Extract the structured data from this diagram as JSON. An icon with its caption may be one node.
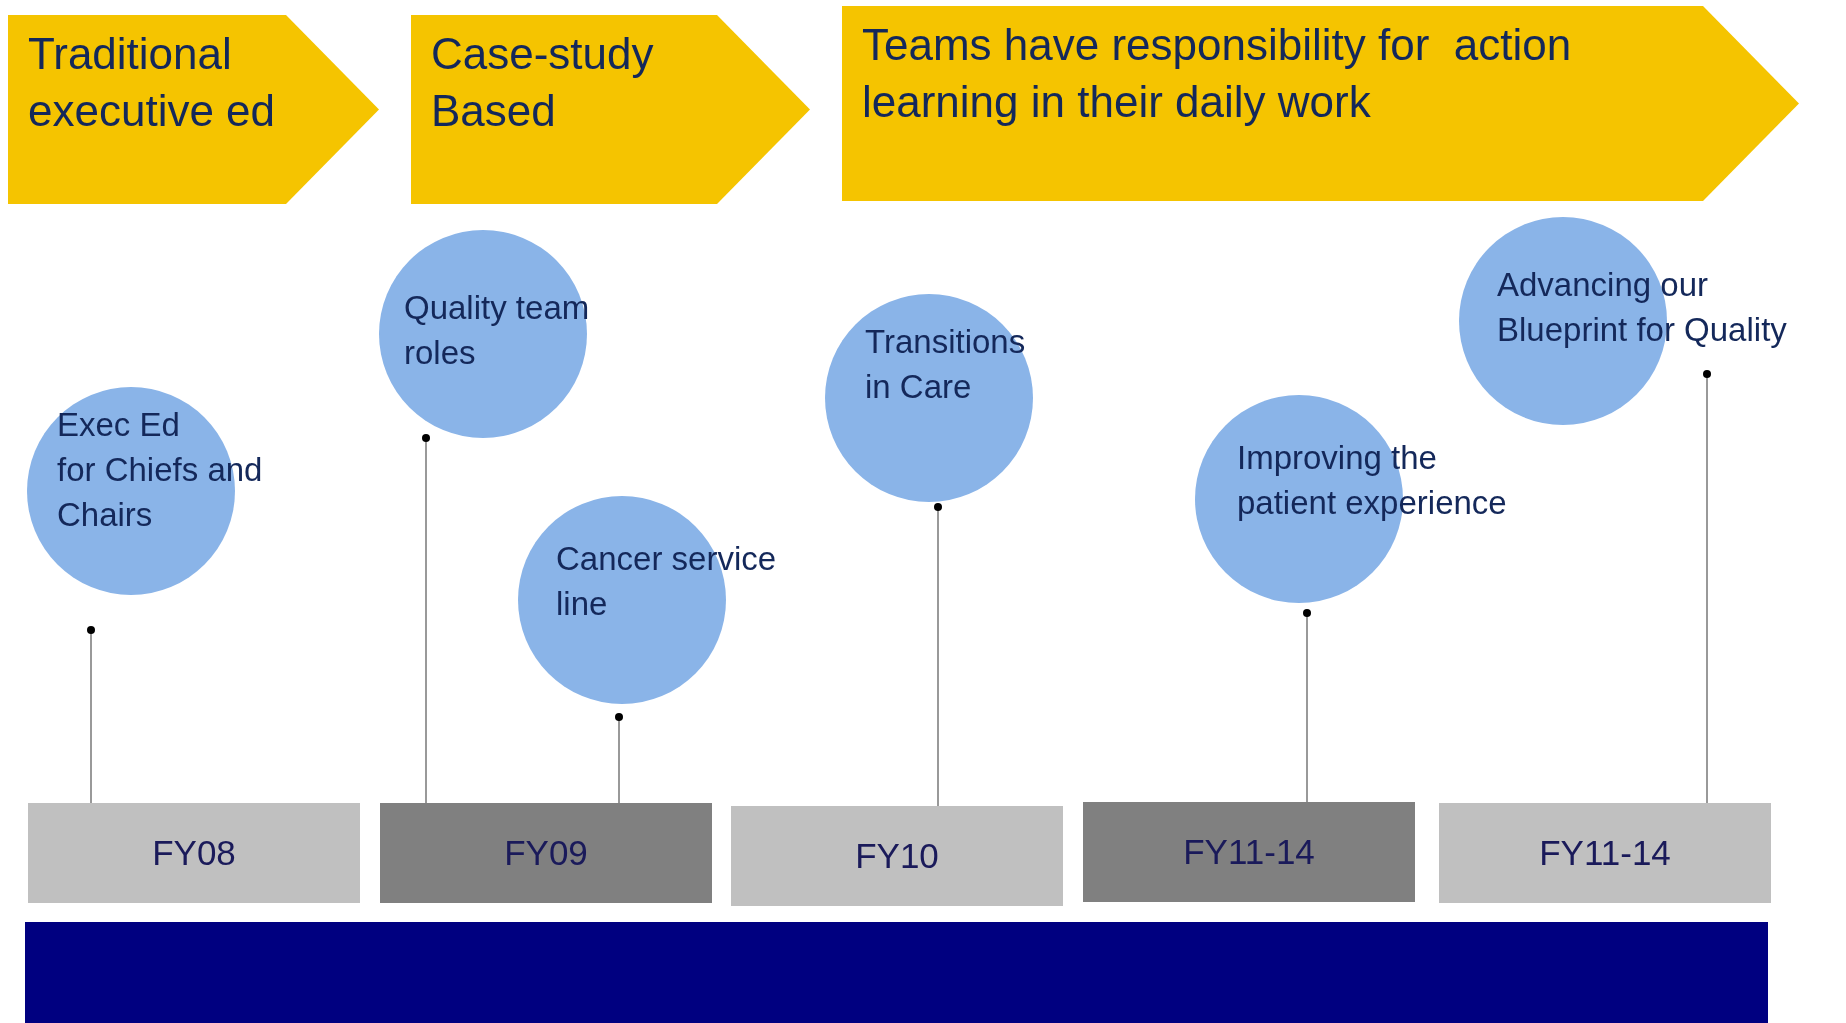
{
  "diagram": {
    "nodes": [
      {
        "text": [
          "Traditional executive ed"
        ]
      },
      {
        "text": [
          "Case-study Based"
        ]
      },
      {
        "text": [
          "Teams have responsibility for  action learning in their daily work"
        ]
      },
      {
        "text": [
          "Exec Ed for Chiefs and Chairs"
        ]
      },
      {
        "text": [
          "Quality team roles"
        ]
      },
      {
        "text": [
          "Cancer service line"
        ]
      },
      {
        "text": [
          "Transitions in Care"
        ]
      },
      {
        "text": [
          "Improving the patient experience"
        ]
      },
      {
        "text": [
          "Advancing our Blueprint for Quality"
        ]
      },
      {
        "text": [
          "FY08"
        ]
      },
      {
        "text": [
          "FY09"
        ]
      },
      {
        "text": [
          "FY10"
        ]
      },
      {
        "text": [
          "FY11-14"
        ]
      },
      {
        "text": [
          "FY11-14"
        ]
      },
      {
        "text": [],
        "shape": "bar"
      }
    ],
    "edges": [
      {
        "from": 9,
        "to": 3,
        "arrow": "other"
      },
      {
        "from": 10,
        "to": 4,
        "arrow": "other"
      },
      {
        "from": 10,
        "to": 5,
        "arrow": "other"
      },
      {
        "from": 11,
        "to": 6,
        "arrow": "other"
      },
      {
        "from": 12,
        "to": 7,
        "arrow": "other"
      },
      {
        "from": 13,
        "to": 8,
        "arrow": "other"
      }
    ]
  }
}
